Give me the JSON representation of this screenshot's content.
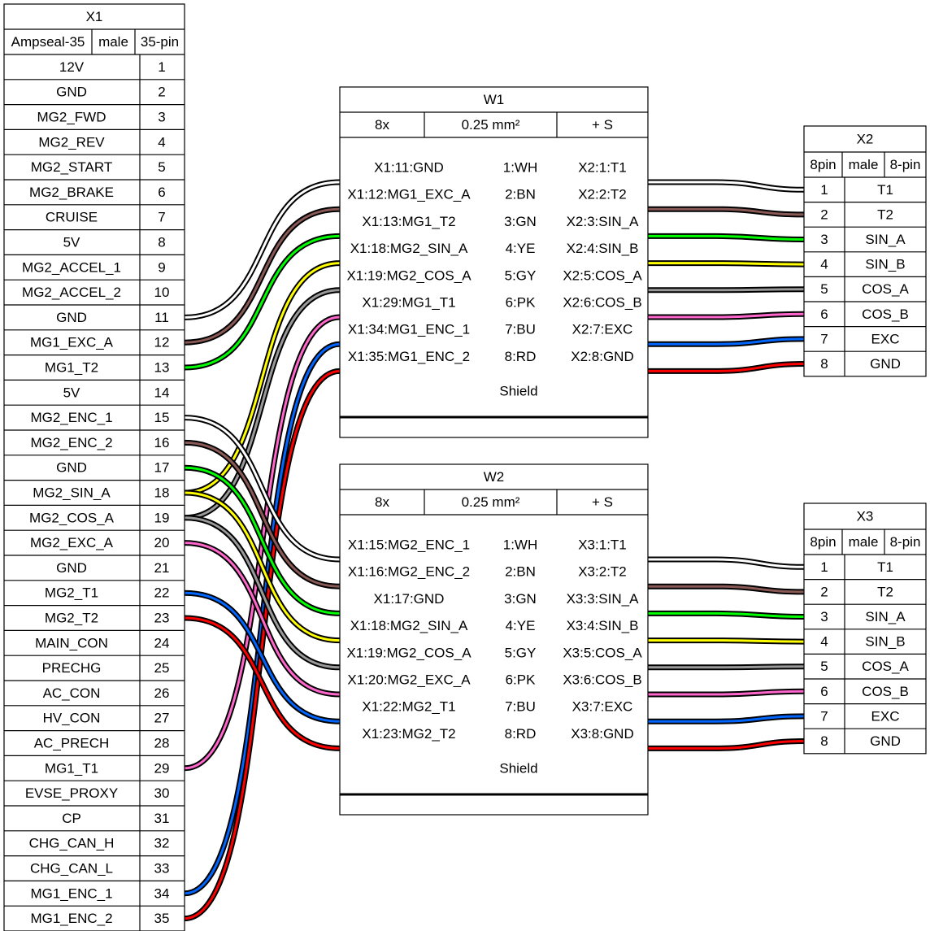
{
  "connectors": {
    "x1": {
      "name": "X1",
      "type": "Ampseal-35",
      "gender": "male",
      "pincount": "35-pin",
      "pins": [
        {
          "label": "12V",
          "num": "1"
        },
        {
          "label": "GND",
          "num": "2"
        },
        {
          "label": "MG2_FWD",
          "num": "3"
        },
        {
          "label": "MG2_REV",
          "num": "4"
        },
        {
          "label": "MG2_START",
          "num": "5"
        },
        {
          "label": "MG2_BRAKE",
          "num": "6"
        },
        {
          "label": "CRUISE",
          "num": "7"
        },
        {
          "label": "5V",
          "num": "8"
        },
        {
          "label": "MG2_ACCEL_1",
          "num": "9"
        },
        {
          "label": "MG2_ACCEL_2",
          "num": "10"
        },
        {
          "label": "GND",
          "num": "11"
        },
        {
          "label": "MG1_EXC_A",
          "num": "12"
        },
        {
          "label": "MG1_T2",
          "num": "13"
        },
        {
          "label": "5V",
          "num": "14"
        },
        {
          "label": "MG2_ENC_1",
          "num": "15"
        },
        {
          "label": "MG2_ENC_2",
          "num": "16"
        },
        {
          "label": "GND",
          "num": "17"
        },
        {
          "label": "MG2_SIN_A",
          "num": "18"
        },
        {
          "label": "MG2_COS_A",
          "num": "19"
        },
        {
          "label": "MG2_EXC_A",
          "num": "20"
        },
        {
          "label": "GND",
          "num": "21"
        },
        {
          "label": "MG2_T1",
          "num": "22"
        },
        {
          "label": "MG2_T2",
          "num": "23"
        },
        {
          "label": "MAIN_CON",
          "num": "24"
        },
        {
          "label": "PRECHG",
          "num": "25"
        },
        {
          "label": "AC_CON",
          "num": "26"
        },
        {
          "label": "HV_CON",
          "num": "27"
        },
        {
          "label": "AC_PRECH",
          "num": "28"
        },
        {
          "label": "MG1_T1",
          "num": "29"
        },
        {
          "label": "EVSE_PROXY",
          "num": "30"
        },
        {
          "label": "CP",
          "num": "31"
        },
        {
          "label": "CHG_CAN_H",
          "num": "32"
        },
        {
          "label": "CHG_CAN_L",
          "num": "33"
        },
        {
          "label": "MG1_ENC_1",
          "num": "34"
        },
        {
          "label": "MG1_ENC_2",
          "num": "35"
        }
      ]
    },
    "x2": {
      "name": "X2",
      "pins_left": "8pin",
      "gender": "male",
      "pins_right": "8-pin",
      "pins": [
        {
          "num": "1",
          "label": "T1"
        },
        {
          "num": "2",
          "label": "T2"
        },
        {
          "num": "3",
          "label": "SIN_A"
        },
        {
          "num": "4",
          "label": "SIN_B"
        },
        {
          "num": "5",
          "label": "COS_A"
        },
        {
          "num": "6",
          "label": "COS_B"
        },
        {
          "num": "7",
          "label": "EXC"
        },
        {
          "num": "8",
          "label": "GND"
        }
      ]
    },
    "x3": {
      "name": "X3",
      "pins_left": "8pin",
      "gender": "male",
      "pins_right": "8-pin",
      "pins": [
        {
          "num": "1",
          "label": "T1"
        },
        {
          "num": "2",
          "label": "T2"
        },
        {
          "num": "3",
          "label": "SIN_A"
        },
        {
          "num": "4",
          "label": "SIN_B"
        },
        {
          "num": "5",
          "label": "COS_A"
        },
        {
          "num": "6",
          "label": "COS_B"
        },
        {
          "num": "7",
          "label": "EXC"
        },
        {
          "num": "8",
          "label": "GND"
        }
      ]
    }
  },
  "cables": {
    "w1": {
      "name": "W1",
      "count": "8x",
      "gauge": "0.25 mm²",
      "shield_flag": "+ S",
      "shield_label": "Shield",
      "wires": [
        {
          "from": "X1:11:GND",
          "id": "1:WH",
          "to": "X2:1:T1",
          "color": "#ffffff",
          "x1pin": 11,
          "pin": 1
        },
        {
          "from": "X1:12:MG1_EXC_A",
          "id": "2:BN",
          "to": "X2:2:T2",
          "color": "#895956",
          "x1pin": 12,
          "pin": 2
        },
        {
          "from": "X1:13:MG1_T2",
          "id": "3:GN",
          "to": "X2:3:SIN_A",
          "color": "#00ff00",
          "x1pin": 13,
          "pin": 3
        },
        {
          "from": "X1:18:MG2_SIN_A",
          "id": "4:YE",
          "to": "X2:4:SIN_B",
          "color": "#ffff00",
          "x1pin": 18,
          "pin": 4
        },
        {
          "from": "X1:19:MG2_COS_A",
          "id": "5:GY",
          "to": "X2:5:COS_A",
          "color": "#999999",
          "x1pin": 19,
          "pin": 5
        },
        {
          "from": "X1:29:MG1_T1",
          "id": "6:PK",
          "to": "X2:6:COS_B",
          "color": "#ff66cc",
          "x1pin": 29,
          "pin": 6
        },
        {
          "from": "X1:34:MG1_ENC_1",
          "id": "7:BU",
          "to": "X2:7:EXC",
          "color": "#0066ff",
          "x1pin": 34,
          "pin": 7
        },
        {
          "from": "X1:35:MG1_ENC_2",
          "id": "8:RD",
          "to": "X2:8:GND",
          "color": "#ff0000",
          "x1pin": 35,
          "pin": 8
        }
      ]
    },
    "w2": {
      "name": "W2",
      "count": "8x",
      "gauge": "0.25 mm²",
      "shield_flag": "+ S",
      "shield_label": "Shield",
      "wires": [
        {
          "from": "X1:15:MG2_ENC_1",
          "id": "1:WH",
          "to": "X3:1:T1",
          "color": "#ffffff",
          "x1pin": 15,
          "pin": 1
        },
        {
          "from": "X1:16:MG2_ENC_2",
          "id": "2:BN",
          "to": "X3:2:T2",
          "color": "#895956",
          "x1pin": 16,
          "pin": 2
        },
        {
          "from": "X1:17:GND",
          "id": "3:GN",
          "to": "X3:3:SIN_A",
          "color": "#00ff00",
          "x1pin": 17,
          "pin": 3
        },
        {
          "from": "X1:18:MG2_SIN_A",
          "id": "4:YE",
          "to": "X3:4:SIN_B",
          "color": "#ffff00",
          "x1pin": 18,
          "pin": 4
        },
        {
          "from": "X1:19:MG2_COS_A",
          "id": "5:GY",
          "to": "X3:5:COS_A",
          "color": "#999999",
          "x1pin": 19,
          "pin": 5
        },
        {
          "from": "X1:20:MG2_EXC_A",
          "id": "6:PK",
          "to": "X3:6:COS_B",
          "color": "#ff66cc",
          "x1pin": 20,
          "pin": 6
        },
        {
          "from": "X1:22:MG2_T1",
          "id": "7:BU",
          "to": "X3:7:EXC",
          "color": "#0066ff",
          "x1pin": 22,
          "pin": 7
        },
        {
          "from": "X1:23:MG2_T2",
          "id": "8:RD",
          "to": "X3:8:GND",
          "color": "#ff0000",
          "x1pin": 23,
          "pin": 8
        }
      ]
    }
  }
}
